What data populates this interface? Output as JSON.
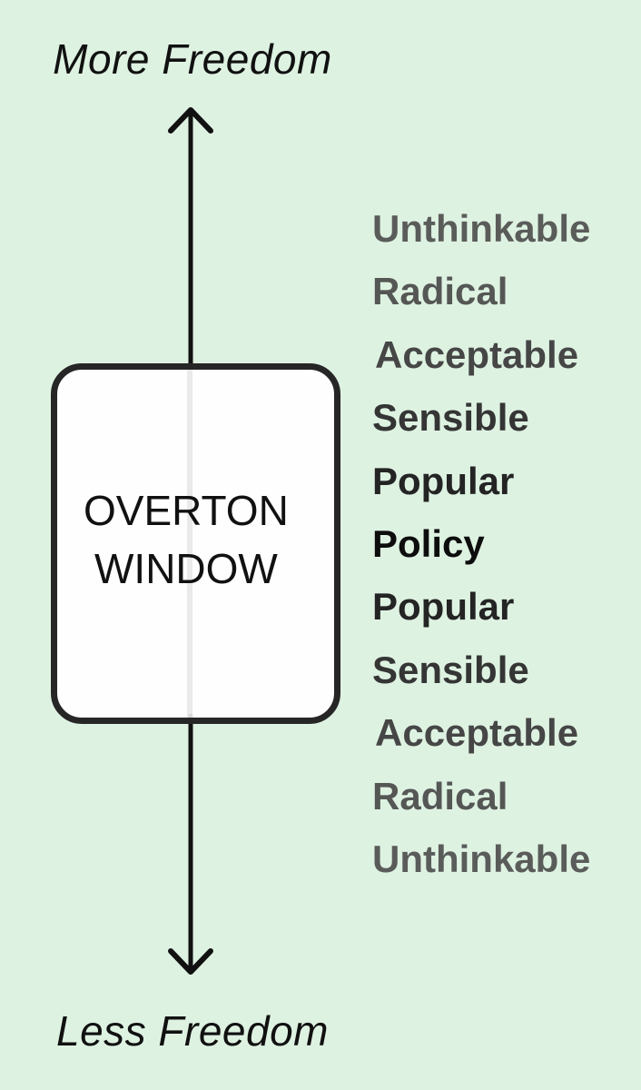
{
  "labels": {
    "top": "More Freedom",
    "bottom": "Less Freedom"
  },
  "window": {
    "line1": "OVERTON",
    "line2": "WINDOW"
  },
  "levels": [
    {
      "label": "Unthinkable",
      "color": "#5a5c5a"
    },
    {
      "label": "Radical",
      "color": "#555755"
    },
    {
      "label": "Acceptable",
      "color": "#454645"
    },
    {
      "label": "Sensible",
      "color": "#343534"
    },
    {
      "label": "Popular",
      "color": "#242424"
    },
    {
      "label": "Policy",
      "color": "#0d0d0d"
    },
    {
      "label": "Popular",
      "color": "#242424"
    },
    {
      "label": "Sensible",
      "color": "#343534"
    },
    {
      "label": "Acceptable",
      "color": "#454645"
    },
    {
      "label": "Radical",
      "color": "#555755"
    },
    {
      "label": "Unthinkable",
      "color": "#5a5c5a"
    }
  ],
  "colors": {
    "background": "#def2e2",
    "axis": "#111111",
    "window_border": "#262626"
  }
}
